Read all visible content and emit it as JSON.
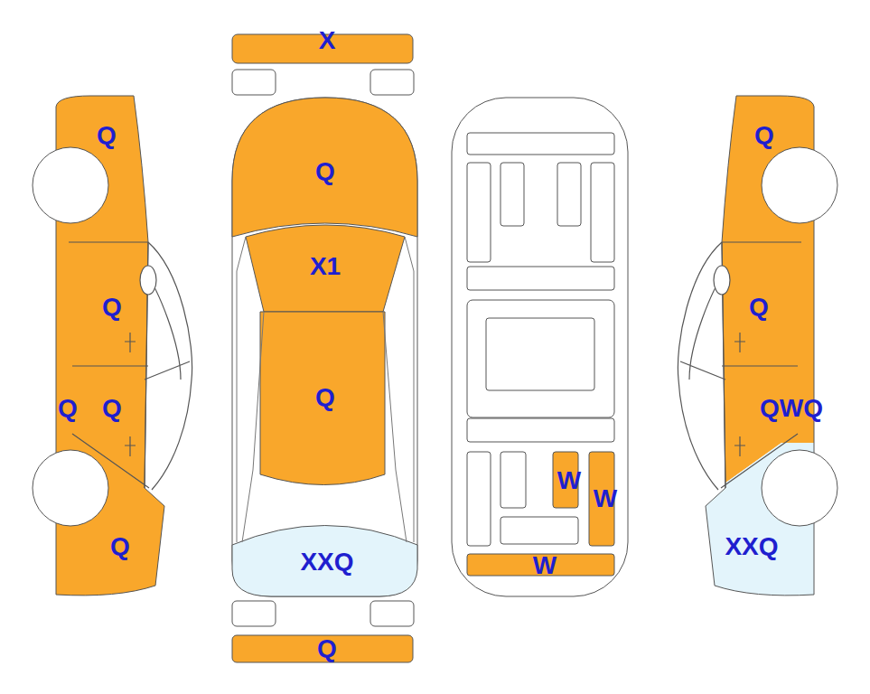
{
  "diagram": {
    "nodes": [
      {
        "text": [
          "Q"
        ]
      },
      {
        "text": [
          "Q"
        ]
      },
      {
        "text": [
          "Q"
        ]
      },
      {
        "text": [
          "Q"
        ]
      },
      {
        "text": [
          "Q"
        ]
      },
      {
        "text": [
          "X"
        ]
      },
      {
        "text": [
          "Q"
        ]
      },
      {
        "text": [
          "X1"
        ]
      },
      {
        "text": [
          "Q"
        ]
      },
      {
        "text": [
          "XXQ"
        ]
      },
      {
        "text": [
          "Q"
        ]
      },
      {
        "text": [
          "W"
        ]
      },
      {
        "text": [
          "W"
        ]
      },
      {
        "text": [
          "W"
        ]
      },
      {
        "text": [
          "Q"
        ]
      },
      {
        "text": [
          "Q"
        ]
      },
      {
        "text": [
          "QWQ"
        ]
      },
      {
        "text": [
          "XXQ"
        ]
      }
    ]
  }
}
